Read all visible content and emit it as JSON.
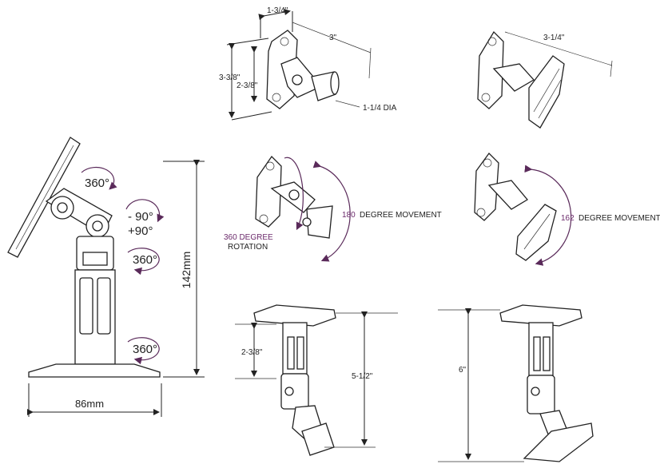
{
  "dimensions": {
    "side_width": "1-3/4\"",
    "depth_3": "3\"",
    "depth_3_1_4": "3-1/4\"",
    "height_3_3_8": "3-3/8\"",
    "height_2_3_8_top": "2-3/8\"",
    "diameter": "1-1/4 DIA",
    "height_2_3_8_bottom": "2-3/8\"",
    "height_5_1_2": "5-1/2\"",
    "height_6": "6\"",
    "height_142mm": "142mm",
    "width_86mm": "86mm"
  },
  "rotations": {
    "r1": "360°",
    "tilt_minus": "- 90°",
    "tilt_plus": "+90°",
    "r2": "360°",
    "r3": "360°"
  },
  "movements": {
    "deg180": "180",
    "deg180_text": "DEGREE MOVEMENT",
    "rot360_line1": "360 DEGREE",
    "rot360_line2": "ROTATION",
    "deg162": "162",
    "deg162_text": "DEGREE MOVEMENT"
  },
  "colors": {
    "line": "#222222",
    "accent": "#6b2a6b"
  }
}
